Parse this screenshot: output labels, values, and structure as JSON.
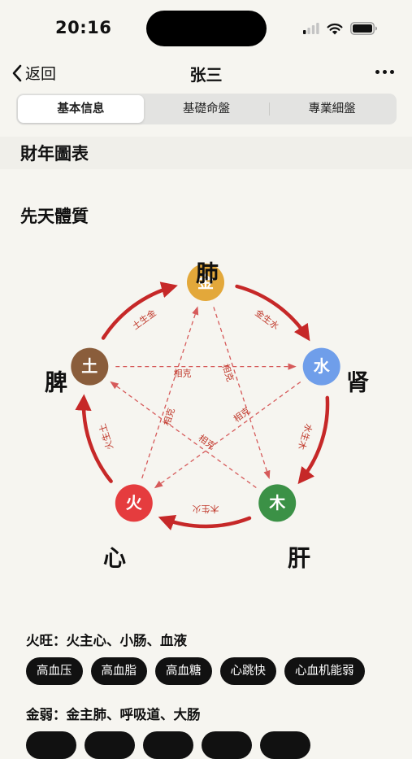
{
  "status_bar": {
    "time": "20:16"
  },
  "nav": {
    "back_label": "返回",
    "title": "张三"
  },
  "tabs": [
    {
      "label": "基本信息",
      "active": true
    },
    {
      "label": "基礎命盤",
      "active": false
    },
    {
      "label": "專業細盤",
      "active": false
    }
  ],
  "sections": {
    "chart_title": "財年圖表",
    "constitution_title": "先天體質"
  },
  "wuxing": {
    "nodes": [
      {
        "element": "金",
        "organ": "肺",
        "color": "#e3a83a"
      },
      {
        "element": "水",
        "organ": "肾",
        "color": "#6f9eea"
      },
      {
        "element": "木",
        "organ": "肝",
        "color": "#3b9146"
      },
      {
        "element": "火",
        "organ": "心",
        "color": "#e53c3e"
      },
      {
        "element": "土",
        "organ": "脾",
        "color": "#8a5d3b"
      }
    ],
    "generate_labels": [
      "金生水",
      "水生木",
      "木生火",
      "火生土",
      "土生金"
    ],
    "control_labels": [
      "相克",
      "相克",
      "相克",
      "相克",
      "相克"
    ],
    "line_color": "#c62828"
  },
  "conditions": [
    {
      "title": "火旺：火主心、小肠、血液",
      "tags": [
        "高血压",
        "高血脂",
        "高血糖",
        "心跳快",
        "心血机能弱"
      ]
    },
    {
      "title": "金弱：金主肺、呼吸道、大肠",
      "tags": [
        "",
        "",
        "",
        "",
        ""
      ]
    }
  ]
}
